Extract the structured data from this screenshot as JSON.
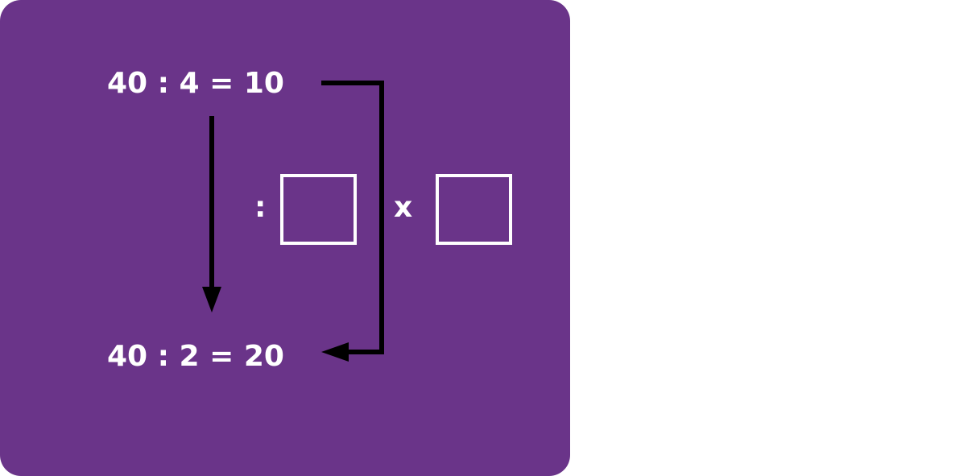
{
  "diagram": {
    "top_equation": "40 : 4 = 10",
    "bottom_equation": "40 : 2 = 20",
    "divide_operator": ":",
    "multiply_operator": "x",
    "divisor_box_value": "",
    "factor_box_value": ""
  },
  "colors": {
    "card_background": "#6a3489",
    "text": "#ffffff",
    "arrows": "#000000"
  }
}
